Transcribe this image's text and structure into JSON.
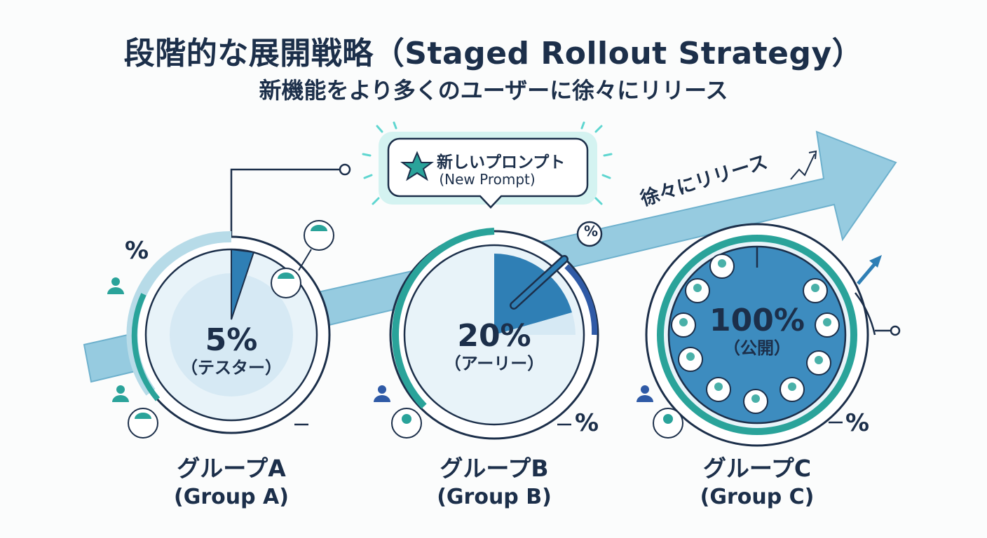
{
  "title": "段階的な展開戦略（Staged Rollout Strategy）",
  "subtitle": "新機能をより多くのユーザーに徐々にリリース",
  "callout": {
    "line1": "新しいプロンプト",
    "line2": "(New Prompt)",
    "icon": "star-icon"
  },
  "arrow_label": "徐々にリリース",
  "percent_symbol": "%",
  "groups": [
    {
      "percent": "5%",
      "percent_value": 5,
      "segment": "（テスター）",
      "label_jp": "グループA",
      "label_en": "(Group A)"
    },
    {
      "percent": "20%",
      "percent_value": 20,
      "segment": "（アーリー）",
      "label_jp": "グループB",
      "label_en": "(Group B)"
    },
    {
      "percent": "100%",
      "percent_value": 100,
      "segment": "（公開）",
      "label_jp": "グループC",
      "label_en": "(Group C)"
    }
  ],
  "colors": {
    "navy": "#1c2f4a",
    "teal": "#2aa39a",
    "blue": "#2f7fb5",
    "light_blue": "#d6e9f4",
    "arrow": "#8cc6dd",
    "glow": "#5fd6d0"
  }
}
